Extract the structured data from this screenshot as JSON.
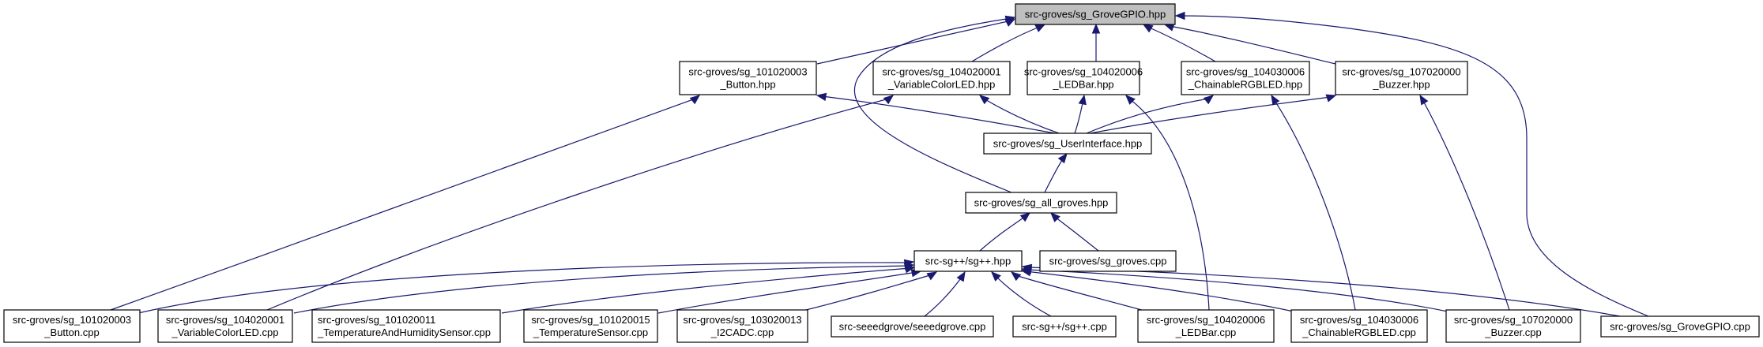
{
  "graph": {
    "title": "Include dependency graph for src-groves/sg_GroveGPIO.hpp",
    "colors": {
      "edge": "#191970",
      "root_fill": "#bfbfbf",
      "node_fill": "#ffffff",
      "border": "#000000"
    },
    "nodes": [
      {
        "id": "root",
        "lines": [
          "src-groves/sg_GroveGPIO.hpp"
        ],
        "root": true
      },
      {
        "id": "button_hpp",
        "lines": [
          "src-groves/sg_101020003",
          "_Button.hpp"
        ]
      },
      {
        "id": "vcled_hpp",
        "lines": [
          "src-groves/sg_104020001",
          "_VariableColorLED.hpp"
        ]
      },
      {
        "id": "ledbar_hpp",
        "lines": [
          "src-groves/sg_104020006",
          "_LEDBar.hpp"
        ]
      },
      {
        "id": "crgb_hpp",
        "lines": [
          "src-groves/sg_104030006",
          "_ChainableRGBLED.hpp"
        ]
      },
      {
        "id": "buzzer_hpp",
        "lines": [
          "src-groves/sg_107020000",
          "_Buzzer.hpp"
        ]
      },
      {
        "id": "ui_hpp",
        "lines": [
          "src-groves/sg_UserInterface.hpp"
        ]
      },
      {
        "id": "allgroves_hpp",
        "lines": [
          "src-groves/sg_all_groves.hpp"
        ]
      },
      {
        "id": "sgpp_hpp",
        "lines": [
          "src-sg++/sg++.hpp"
        ]
      },
      {
        "id": "groves_cpp",
        "lines": [
          "src-groves/sg_groves.cpp"
        ]
      },
      {
        "id": "button_cpp",
        "lines": [
          "src-groves/sg_101020003",
          "_Button.cpp"
        ]
      },
      {
        "id": "vcled_cpp",
        "lines": [
          "src-groves/sg_104020001",
          "_VariableColorLED.cpp"
        ]
      },
      {
        "id": "temphum_cpp",
        "lines": [
          "src-groves/sg_101020011",
          "_TemperatureAndHumiditySensor.cpp"
        ],
        "align": "left"
      },
      {
        "id": "temp_cpp",
        "lines": [
          "src-groves/sg_101020015",
          "_TemperatureSensor.cpp"
        ]
      },
      {
        "id": "i2cadc_cpp",
        "lines": [
          "src-groves/sg_103020013",
          "_I2CADC.cpp"
        ]
      },
      {
        "id": "seeed_cpp",
        "lines": [
          "src-seeedgrove/seeedgrove.cpp"
        ]
      },
      {
        "id": "sgpp_cpp",
        "lines": [
          "src-sg++/sg++.cpp"
        ]
      },
      {
        "id": "ledbar_cpp",
        "lines": [
          "src-groves/sg_104020006",
          "_LEDBar.cpp"
        ]
      },
      {
        "id": "crgb_cpp",
        "lines": [
          "src-groves/sg_104030006",
          "_ChainableRGBLED.cpp"
        ]
      },
      {
        "id": "buzzer_cpp",
        "lines": [
          "src-groves/sg_107020000",
          "_Buzzer.cpp"
        ]
      },
      {
        "id": "gpio_cpp",
        "lines": [
          "src-groves/sg_GroveGPIO.cpp"
        ]
      }
    ],
    "edges": [
      {
        "from": "button_hpp",
        "to": "root"
      },
      {
        "from": "vcled_hpp",
        "to": "root"
      },
      {
        "from": "ledbar_hpp",
        "to": "root"
      },
      {
        "from": "crgb_hpp",
        "to": "root"
      },
      {
        "from": "buzzer_hpp",
        "to": "root"
      },
      {
        "from": "allgroves_hpp",
        "to": "root"
      },
      {
        "from": "gpio_cpp",
        "to": "root"
      },
      {
        "from": "ui_hpp",
        "to": "button_hpp"
      },
      {
        "from": "ui_hpp",
        "to": "vcled_hpp"
      },
      {
        "from": "ui_hpp",
        "to": "ledbar_hpp"
      },
      {
        "from": "ui_hpp",
        "to": "crgb_hpp"
      },
      {
        "from": "ui_hpp",
        "to": "buzzer_hpp"
      },
      {
        "from": "button_cpp",
        "to": "button_hpp"
      },
      {
        "from": "vcled_cpp",
        "to": "vcled_hpp"
      },
      {
        "from": "ledbar_cpp",
        "to": "ledbar_hpp"
      },
      {
        "from": "crgb_cpp",
        "to": "crgb_hpp"
      },
      {
        "from": "buzzer_cpp",
        "to": "buzzer_hpp"
      },
      {
        "from": "allgroves_hpp",
        "to": "ui_hpp"
      },
      {
        "from": "sgpp_hpp",
        "to": "allgroves_hpp"
      },
      {
        "from": "groves_cpp",
        "to": "allgroves_hpp"
      },
      {
        "from": "button_cpp",
        "to": "sgpp_hpp"
      },
      {
        "from": "vcled_cpp",
        "to": "sgpp_hpp"
      },
      {
        "from": "temphum_cpp",
        "to": "sgpp_hpp"
      },
      {
        "from": "temp_cpp",
        "to": "sgpp_hpp"
      },
      {
        "from": "i2cadc_cpp",
        "to": "sgpp_hpp"
      },
      {
        "from": "seeed_cpp",
        "to": "sgpp_hpp"
      },
      {
        "from": "sgpp_cpp",
        "to": "sgpp_hpp"
      },
      {
        "from": "ledbar_cpp",
        "to": "sgpp_hpp"
      },
      {
        "from": "crgb_cpp",
        "to": "sgpp_hpp"
      },
      {
        "from": "buzzer_cpp",
        "to": "sgpp_hpp"
      },
      {
        "from": "gpio_cpp",
        "to": "sgpp_hpp"
      }
    ]
  }
}
